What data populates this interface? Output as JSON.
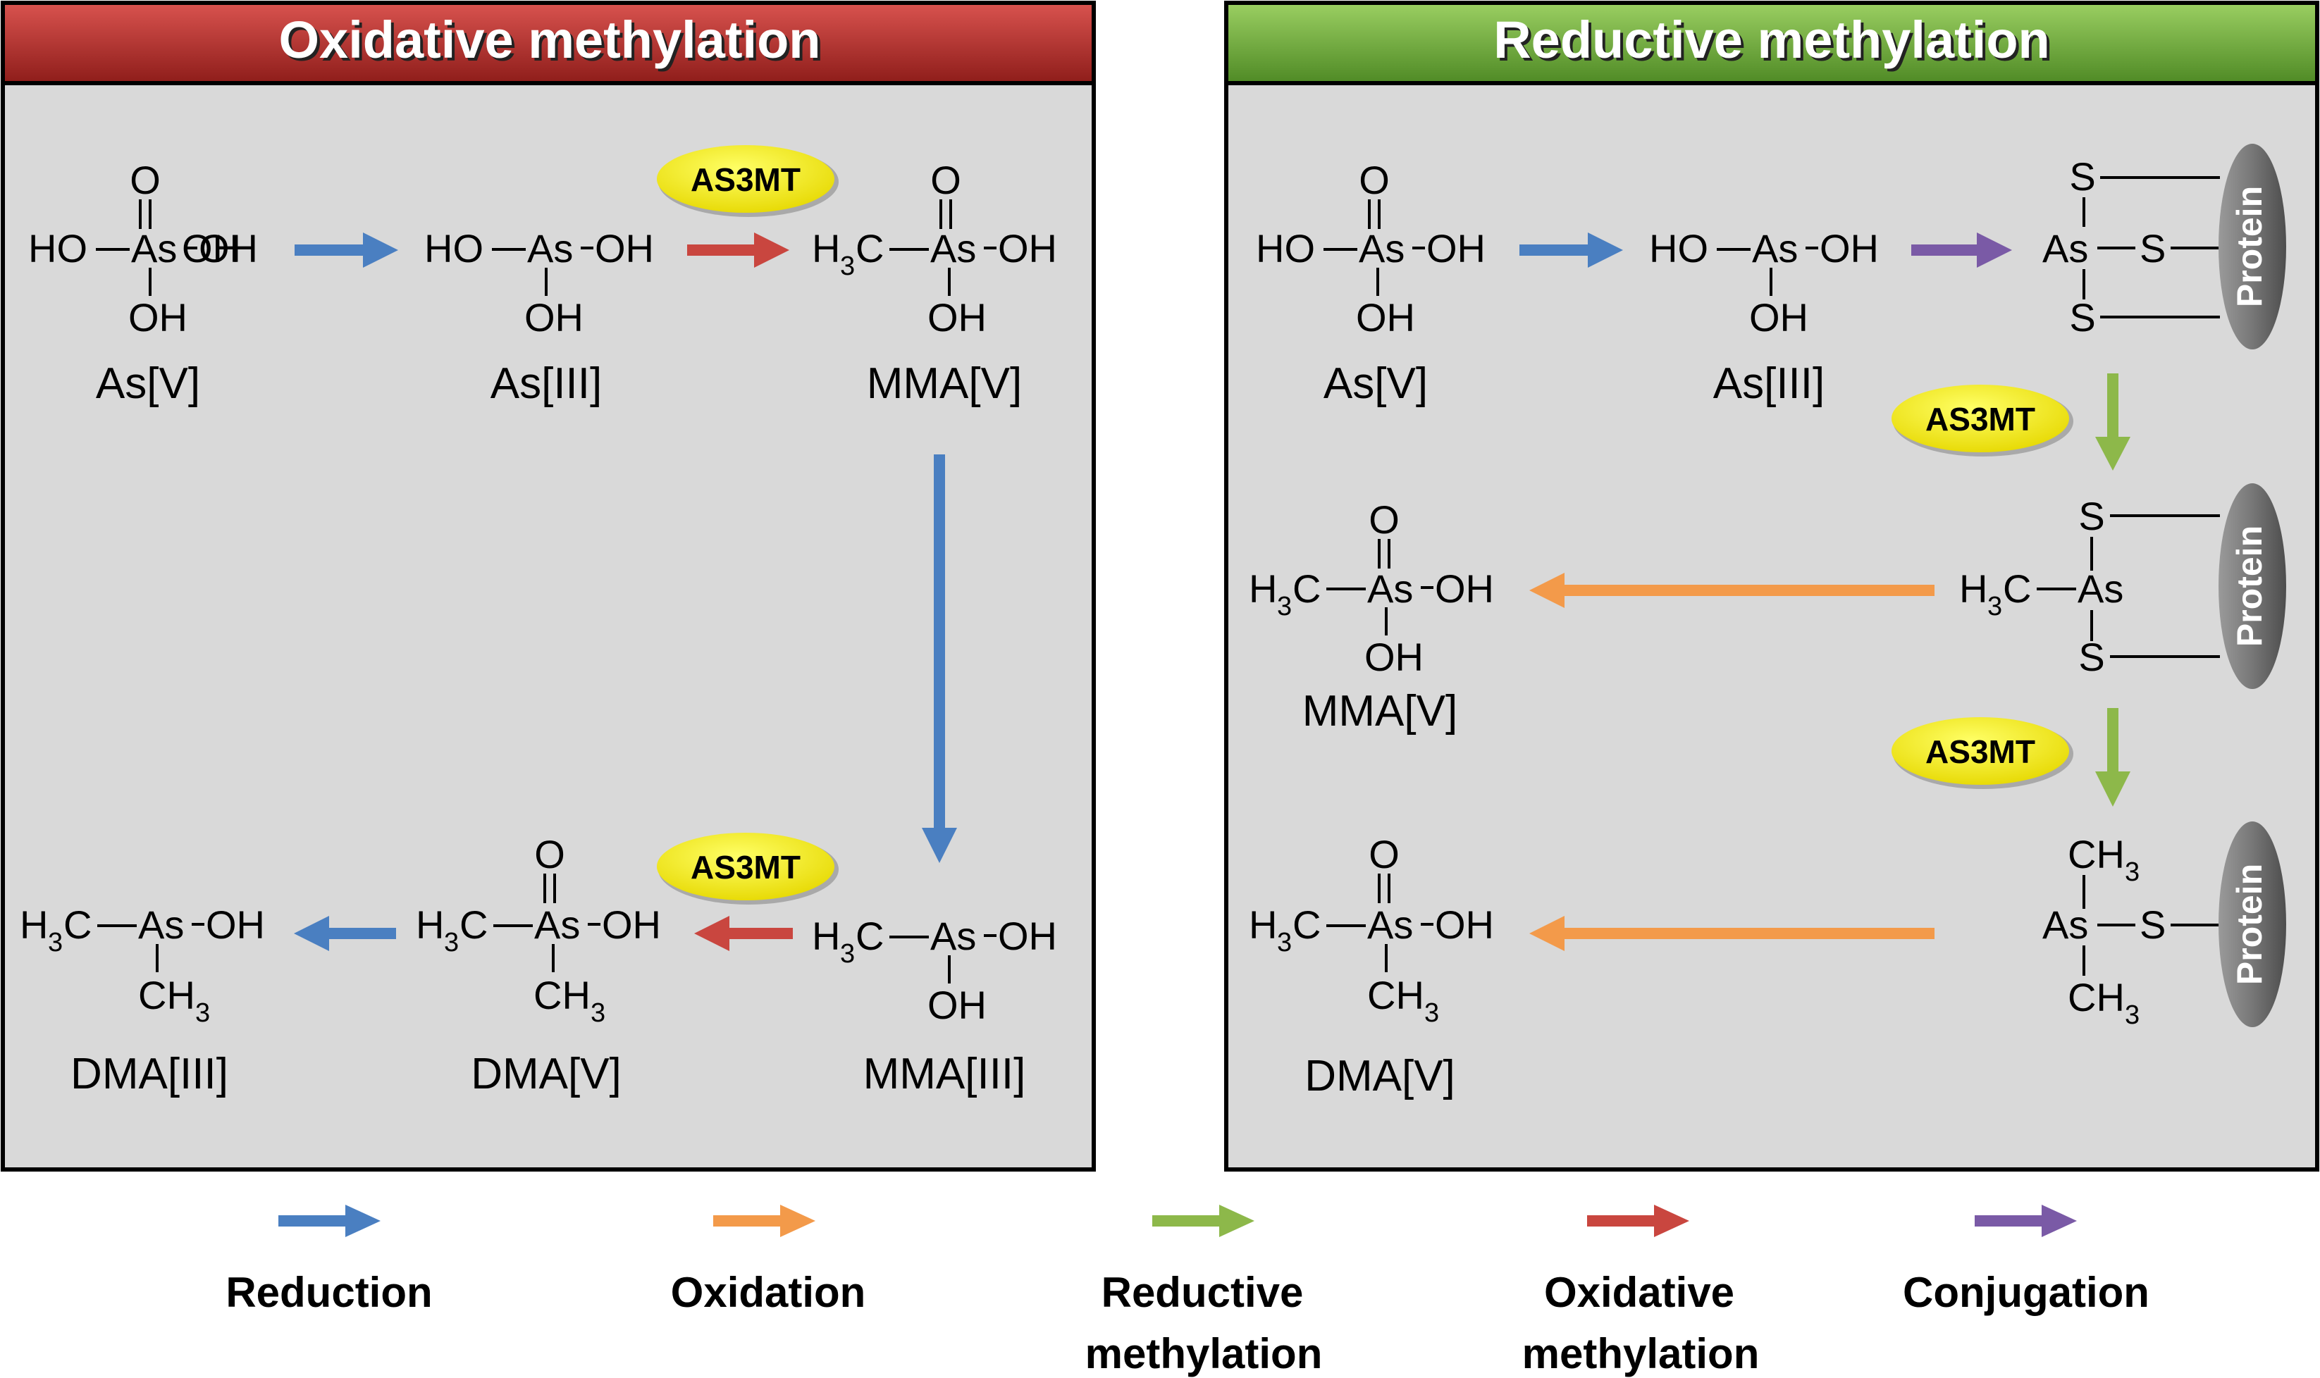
{
  "panels": {
    "oxidative": {
      "title": "Oxidative methylation",
      "color": "#b52b27"
    },
    "reductive": {
      "title": "Reductive methylation",
      "color": "#6aa13a"
    }
  },
  "atoms": {
    "O": "O",
    "HO": "HO",
    "OH": "OH",
    "As": "As",
    "S": "S",
    "H": "H",
    "C": "C",
    "CH": "CH",
    "sub3": "3"
  },
  "enzyme": "AS3MT",
  "protein": "Protein",
  "compounds": {
    "asv": "As[V]",
    "asiii": "As[III]",
    "mmav": "MMA[V]",
    "mmaiii": "MMA[III]",
    "dmav": "DMA[V]",
    "dmaiii": "DMA[III]"
  },
  "legend": [
    {
      "label_line1": "Reduction",
      "label_line2": "",
      "color": "#4a7fc1"
    },
    {
      "label_line1": "Oxidation",
      "label_line2": "",
      "color": "#f39a4a"
    },
    {
      "label_line1": "Reductive",
      "label_line2": "methylation",
      "color": "#8db84a"
    },
    {
      "label_line1": "Oxidative",
      "label_line2": "methylation",
      "color": "#c9463f"
    },
    {
      "label_line1": "Conjugation",
      "label_line2": "",
      "color": "#7a5aa6"
    }
  ]
}
